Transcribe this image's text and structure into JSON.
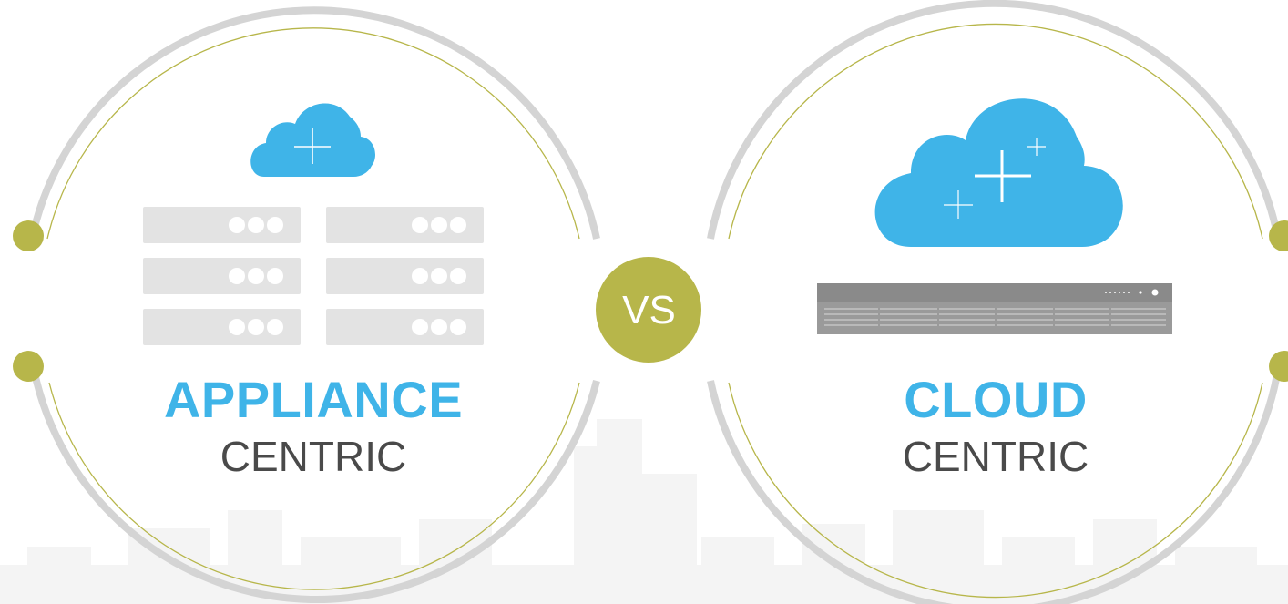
{
  "colors": {
    "accent_blue": "#3fb4e8",
    "olive": "#b7b64a",
    "ring_gray": "#d4d4d4",
    "server_gray": "#e3e3e3",
    "text_dark": "#4a4a4a",
    "skyline": "#f4f4f4",
    "appliance_dark": "#8a8a8a"
  },
  "comparison": {
    "vs_label": "VS",
    "left": {
      "title": "APPLIANCE",
      "subtitle": "CENTRIC",
      "icons": [
        "cloud-plus-icon",
        "server-rack-icon"
      ]
    },
    "right": {
      "title": "CLOUD",
      "subtitle": "CENTRIC",
      "icons": [
        "cloud-plus-icon",
        "network-appliance-icon"
      ]
    }
  }
}
